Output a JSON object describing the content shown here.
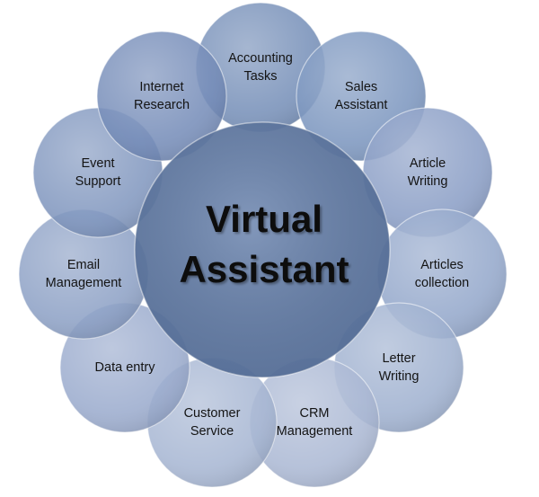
{
  "diagram": {
    "center": {
      "lines": [
        "Virtual",
        "Assistant"
      ],
      "color": "#5b77a6"
    },
    "satellites": [
      {
        "id": "accounting-tasks",
        "lines": [
          "Accounting",
          "Tasks"
        ],
        "color": "#6f89b5"
      },
      {
        "id": "sales-assistant",
        "lines": [
          "Sales",
          "Assistant"
        ],
        "color": "#7590bb"
      },
      {
        "id": "article-writing",
        "lines": [
          "Article",
          "Writing"
        ],
        "color": "#8399c2"
      },
      {
        "id": "articles-collection",
        "lines": [
          "Articles",
          "collection"
        ],
        "color": "#8ea3c8"
      },
      {
        "id": "letter-writing",
        "lines": [
          "Letter",
          "Writing"
        ],
        "color": "#9aaccd"
      },
      {
        "id": "crm-management",
        "lines": [
          "CRM",
          "Management"
        ],
        "color": "#a6b5d2"
      },
      {
        "id": "customer-service",
        "lines": [
          "Customer",
          "Service"
        ],
        "color": "#a2b2d0"
      },
      {
        "id": "data-entry",
        "lines": [
          "Data entry"
        ],
        "color": "#95a7cb"
      },
      {
        "id": "email-management",
        "lines": [
          "Email",
          "Management"
        ],
        "color": "#879cc3"
      },
      {
        "id": "event-support",
        "lines": [
          "Event",
          "Support"
        ],
        "color": "#7a91bb"
      },
      {
        "id": "internet-research",
        "lines": [
          "Internet",
          "Research"
        ],
        "color": "#6e86b4"
      }
    ]
  }
}
